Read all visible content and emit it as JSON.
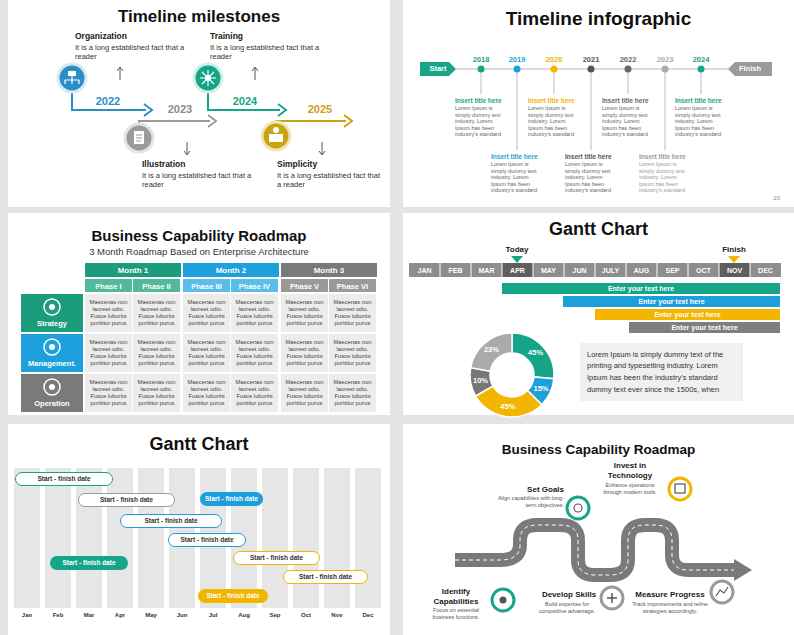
{
  "diagram": {
    "nodes": [
      {
        "text": [
          "Timeline milestones"
        ]
      },
      {
        "text": [
          "Timeline infographic"
        ]
      },
      {
        "text": [
          "Start"
        ],
        "in": 1
      },
      {
        "text": [
          "Finish"
        ],
        "in": 1
      },
      {
        "text": [
          "Business Capability Roadmap",
          "3 Month Roadmap Based on Enterprise Architecture"
        ]
      },
      {
        "text": [
          "Gantt Chart"
        ]
      },
      {
        "text": [
          "Enter your text here"
        ],
        "in": 5
      },
      {
        "text": [
          "Enter your text here"
        ],
        "in": 5
      },
      {
        "text": [
          "Enter your text here"
        ],
        "in": 5
      },
      {
        "text": [
          "Enter your text here"
        ],
        "in": 5
      },
      {
        "text": [
          "Lorem Ipsum is simply dummy text of the printing and typesetting industry. Lorem Ipsum has been the industry's standard dummy text ever since the 1500s, when"
        ],
        "in": 5
      },
      {
        "text": [
          "Gantt Chart"
        ]
      },
      {
        "text": [
          "Start - finish date"
        ],
        "in": 11
      },
      {
        "text": [
          "Start - finish date"
        ],
        "in": 11
      },
      {
        "text": [
          "Start - finish date"
        ],
        "in": 11
      },
      {
        "text": [
          "Start - finish date"
        ],
        "in": 11
      },
      {
        "text": [
          "Start - finish date"
        ],
        "in": 11
      },
      {
        "text": [
          "Start - finish date"
        ],
        "in": 11
      },
      {
        "text": [
          "Start - finish date"
        ],
        "in": 11
      },
      {
        "text": [
          "Start - finish date"
        ],
        "in": 11
      },
      {
        "text": [
          "Start - finish date"
        ],
        "in": 11
      },
      {
        "text": [
          "Business Capability Roadmap"
        ]
      }
    ],
    "labels": [
      "Organization",
      "It is a long established fact that a reader",
      "Training",
      "It is a long established fact that a reader",
      "Illustration",
      "It is a long established fact that a reader",
      "Simplicity",
      "It is a long established fact that a reader",
      "2022",
      "2023",
      "2024",
      "2025",
      "2018",
      "2019",
      "2020",
      "2021",
      "2022",
      "2023",
      "2024",
      "Insert title here",
      "Lorem Ipsum is simply dummy text industry. Lorem Ipsum has been industry's standard",
      "Insert title here",
      "Lorem Ipsum is simply dummy text industry. Lorem Ipsum has been industry's standard",
      "Insert title here",
      "Lorem Ipsum is simply dummy text industry. Lorem Ipsum has been industry's standard",
      "Insert title here",
      "Lorem Ipsum is simply dummy text industry. Lorem Ipsum has been industry's standard",
      "Insert title here",
      "Lorem Ipsum is simply dummy text industry. Lorem Ipsum has been industry's standard",
      "Insert title here",
      "Lorem Ipsum is simply dummy text industry. Lorem Ipsum has been industry's standard",
      "Insert title here",
      "Lorem Ipsum is simply dummy text industry. Lorem Ipsum has been industry's standard",
      "20",
      "Month 1",
      "Month 2",
      "Month 3",
      "Phase I",
      "Phase II",
      "Phase III",
      "Phase IV",
      "Phase V",
      "Phase VI",
      "Strategy",
      "Maecenas non laoreet odio. Fusce lobortis porttitor purus",
      "Maecenas non laoreet odio. Fusce lobortis porttitor purus",
      "Maecenas non laoreet odio. Fusce lobortis porttitor purus",
      "Maecenas non laoreet odio. Fusce lobortis porttitor purus",
      "Maecenas non laoreet odio. Fusce lobortis porttitor purus",
      "Maecenas non laoreet odio. Fusce lobortis porttitor purus",
      "Management.",
      "Maecenas non laoreet odio. Fusce lobortis porttitor purus",
      "Maecenas non laoreet odio. Fusce lobortis porttitor purus",
      "Maecenas non laoreet odio. Fusce lobortis porttitor purus",
      "Maecenas non laoreet odio. Fusce lobortis porttitor purus",
      "Maecenas non laoreet odio. Fusce lobortis porttitor purus",
      "Maecenas non laoreet odio. Fusce lobortis porttitor purus",
      "Operation",
      "Maecenas non laoreet odio. Fusce lobortis porttitor purus",
      "Maecenas non laoreet odio. Fusce lobortis porttitor purus",
      "Maecenas non laoreet odio. Fusce lobortis porttitor purus",
      "Maecenas non laoreet odio. Fusce lobortis porttitor purus",
      "Maecenas non laoreet odio. Fusce lobortis porttitor purus",
      "Maecenas non laoreet odio. Fusce lobortis porttitor purus",
      "JAN",
      "FEB",
      "MAR",
      "APR",
      "MAY",
      "JUN",
      "JULY",
      "AUG",
      "SEP",
      "OCT",
      "NOV",
      "DEC",
      "Today",
      "Finish",
      "45%",
      "15%",
      "45%",
      "10%",
      "23%",
      "Jan",
      "Feb",
      "Mar",
      "Apr",
      "May",
      "Jun",
      "Jul",
      "Aug",
      "Sep",
      "Oct",
      "Nov",
      "Dec",
      "Set Goals",
      "Align capabilities with long-term objectives.",
      "Invest in Technology",
      "Enhance operations through modern tools.",
      "Identify Capabilities",
      "Focus on essential business functions.",
      "Develop Skills",
      "Build expertise for competitive advantage.",
      "Measure Progress",
      "Track improvements and refine strategies accordingly."
    ]
  }
}
